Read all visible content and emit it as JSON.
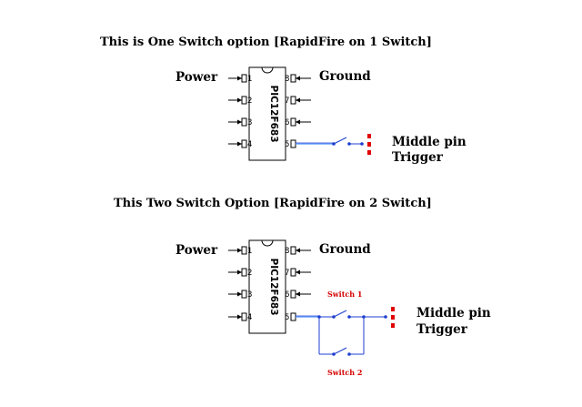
{
  "diagram1": {
    "title": "This is One Switch option [RapidFire on 1 Switch]",
    "power_label": "Power",
    "ground_label": "Ground",
    "chip_label": "PIC12F683",
    "left_pins": [
      "1",
      "2",
      "3",
      "4"
    ],
    "right_pins": [
      "8",
      "7",
      "6",
      "5"
    ],
    "middle_pin_label": "Middle pin",
    "trigger_label": "Trigger"
  },
  "diagram2": {
    "title": "This Two Switch Option [RapidFire on 2 Switch]",
    "power_label": "Power",
    "ground_label": "Ground",
    "chip_label": "PIC12F683",
    "left_pins": [
      "1",
      "2",
      "3",
      "4"
    ],
    "right_pins": [
      "8",
      "7",
      "6",
      "5"
    ],
    "switch1_label": "Switch 1",
    "switch2_label": "Switch 2",
    "middle_pin_label": "Middle pin",
    "trigger_label": "Trigger"
  },
  "colors": {
    "wire": "#1e3fd0",
    "wire_light": "#6fa8ff",
    "trigger_mark": "#e00000",
    "switch_text": "#d40000",
    "ink": "#000000"
  }
}
